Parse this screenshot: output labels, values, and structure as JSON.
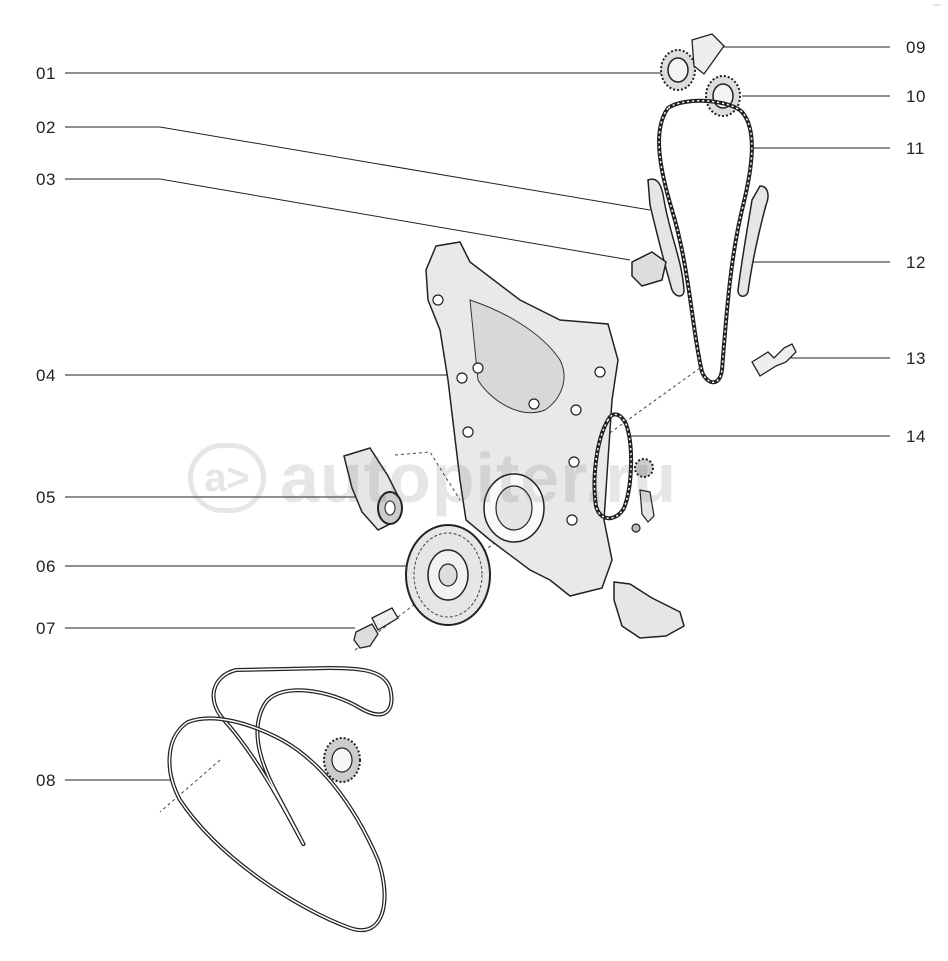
{
  "callouts_left": [
    "01",
    "02",
    "03",
    "04",
    "05",
    "06",
    "07",
    "08"
  ],
  "callouts_right": [
    "09",
    "10",
    "11",
    "12",
    "13",
    "14"
  ],
  "watermark": {
    "logo": "a>",
    "text": "autopiter.ru"
  },
  "corner_mark": "·-··",
  "colors": {
    "line": "#222222",
    "part_fill": "#e6e6e6",
    "part_stroke": "#222222",
    "watermark": "#555555"
  },
  "icons": {
    "watermark_logo": "autopiter-logo-icon"
  }
}
